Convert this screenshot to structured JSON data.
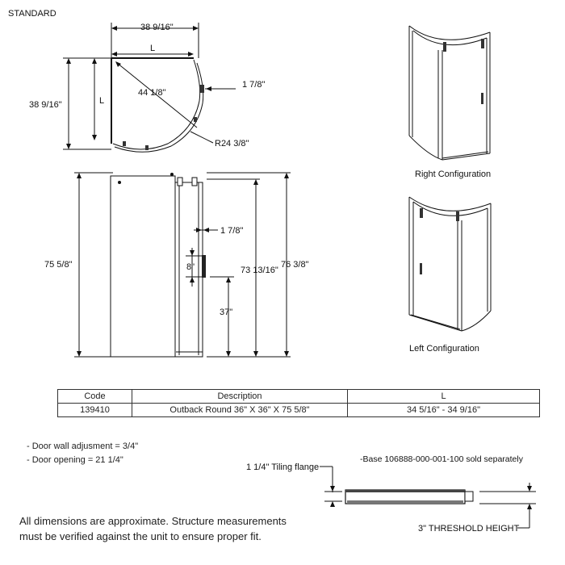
{
  "heading": "STANDARD",
  "top_view": {
    "overall_width": "38 9/16\"",
    "overall_depth": "38 9/16\"",
    "length_label_h": "L",
    "length_label_v": "L",
    "diagonal": "44 1/8\"",
    "wall_gap": "1 7/8\"",
    "radius": "R24 3/8\""
  },
  "front_view": {
    "overall_height": "75 5/8\"",
    "wall_gap": "1 7/8\"",
    "handle_height": "8\"",
    "door_height": "73 13/16\"",
    "total_height": "76 3/8\"",
    "handle_position": "37\""
  },
  "configurations": {
    "right": "Right Configuration",
    "left": "Left Configuration"
  },
  "spec_table": {
    "headers": [
      "Code",
      "Description",
      "L"
    ],
    "rows": [
      [
        "139410",
        "Outback Round 36\" X 36\" X 75 5/8\"",
        "34 5/16\" - 34 9/16\""
      ]
    ]
  },
  "notes": [
    "- Door wall adjusment = 3/4\"",
    "- Door opening = 21 1/4\""
  ],
  "base_section": {
    "tiling_flange": "1 1/4\" Tiling flange",
    "base_note": "-Base 106888-000-001-100 sold separately",
    "threshold": "3\" THRESHOLD HEIGHT"
  },
  "disclaimer": [
    "All dimensions are approximate. Structure measurements",
    "must be verified against the unit to ensure proper fit."
  ]
}
